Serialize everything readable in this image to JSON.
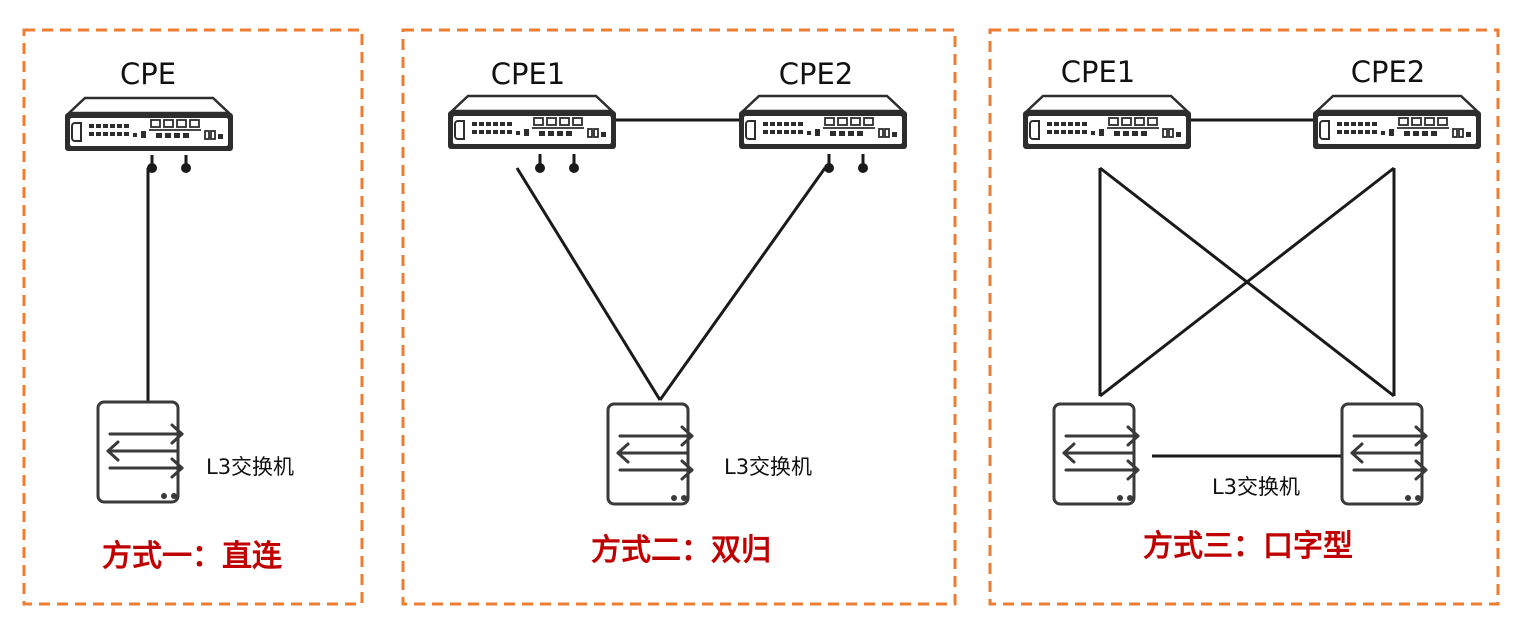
{
  "panels": [
    {
      "devices": [
        "CPE"
      ],
      "switch_label": "L3交换机",
      "caption": "方式一：直连"
    },
    {
      "devices": [
        "CPE1",
        "CPE2"
      ],
      "switch_label": "L3交换机",
      "caption": "方式二：双归"
    },
    {
      "devices": [
        "CPE1",
        "CPE2"
      ],
      "switch_label": "L3交换机",
      "caption": "方式三：口字型"
    }
  ],
  "colors": {
    "frame": "#ED7D31",
    "caption": "#C00000",
    "line": "#1a1a1a"
  },
  "icons": {
    "router": "cpe-router-icon",
    "switch": "l3-switch-icon"
  }
}
